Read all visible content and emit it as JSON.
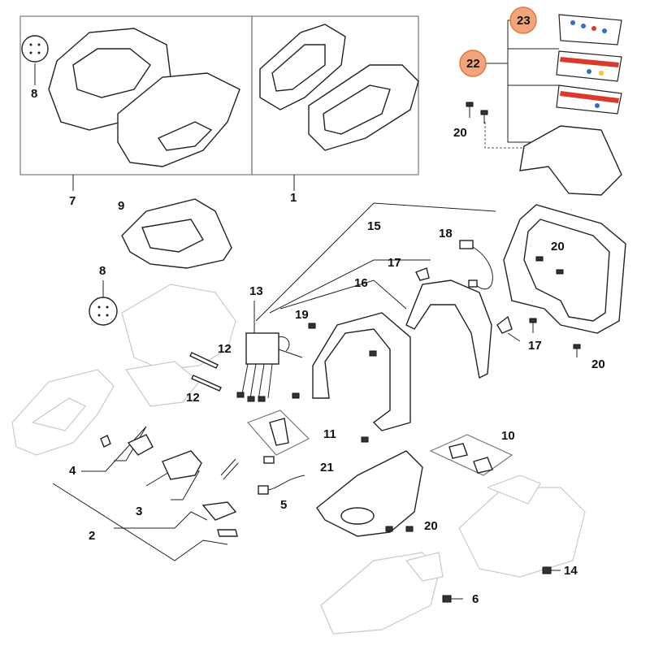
{
  "callouts": {
    "c1": "1",
    "c2": "2",
    "c3": "3",
    "c4": "4",
    "c5": "5",
    "c6": "6",
    "c7": "7",
    "c8a": "8",
    "c8b": "8",
    "c9": "9",
    "c10": "10",
    "c11": "11",
    "c12a": "12",
    "c12b": "12",
    "c13": "13",
    "c14": "14",
    "c15": "15",
    "c16": "16",
    "c17a": "17",
    "c17b": "17",
    "c18": "18",
    "c19": "19",
    "c20a": "20",
    "c20b": "20",
    "c20c": "20",
    "c20d": "20",
    "c21": "21",
    "c22": "22",
    "c23": "23"
  },
  "highlight_color": "#f2a57a",
  "highlight_border": "#e07a3c",
  "label_colors": {
    "red": "#d93a2b",
    "blue": "#2f6fc0",
    "yellow": "#f4c430"
  }
}
